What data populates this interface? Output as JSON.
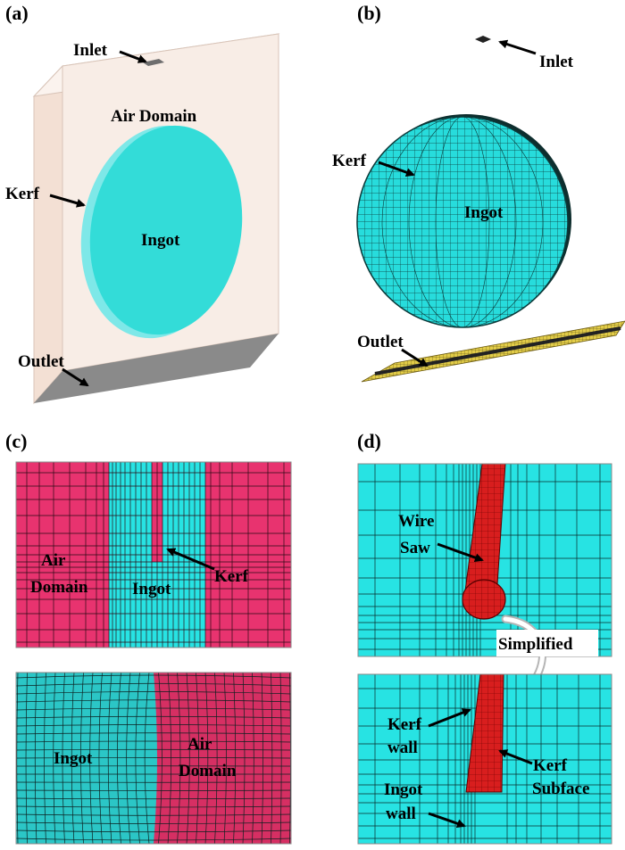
{
  "panels": {
    "a": {
      "label": "(a)",
      "inlet": "Inlet",
      "air_domain": "Air Domain",
      "kerf": "Kerf",
      "ingot": "Ingot",
      "outlet": "Outlet"
    },
    "b": {
      "label": "(b)",
      "inlet": "Inlet",
      "kerf": "Kerf",
      "ingot": "Ingot",
      "outlet": "Outlet"
    },
    "c": {
      "label": "(c)",
      "top": {
        "air_line1": "Air",
        "air_line2": "Domain",
        "ingot": "Ingot",
        "kerf": "Kerf"
      },
      "bottom": {
        "ingot": "Ingot",
        "air_line1": "Air",
        "air_line2": "Domain"
      }
    },
    "d": {
      "label": "(d)",
      "wire_line1": "Wire",
      "wire_line2": "Saw",
      "simplified": "Simplified",
      "kerf_wall_line1": "Kerf",
      "kerf_wall_line2": "wall",
      "kerf_sub_line1": "Kerf",
      "kerf_sub_line2": "Subface",
      "ingot_wall_line1": "Ingot",
      "ingot_wall_line2": "wall"
    }
  },
  "colors": {
    "mesh_cyan": "#27e3e3",
    "air_pink": "#e8336f",
    "box_face": "#f8ede6",
    "box_side": "#f3e0d4",
    "outlet_gray": "#8a8a8a",
    "mesh_line": "#0a2a2a",
    "wire_red": "#d81e1e",
    "outlet_yellow": "#d9c23a"
  }
}
